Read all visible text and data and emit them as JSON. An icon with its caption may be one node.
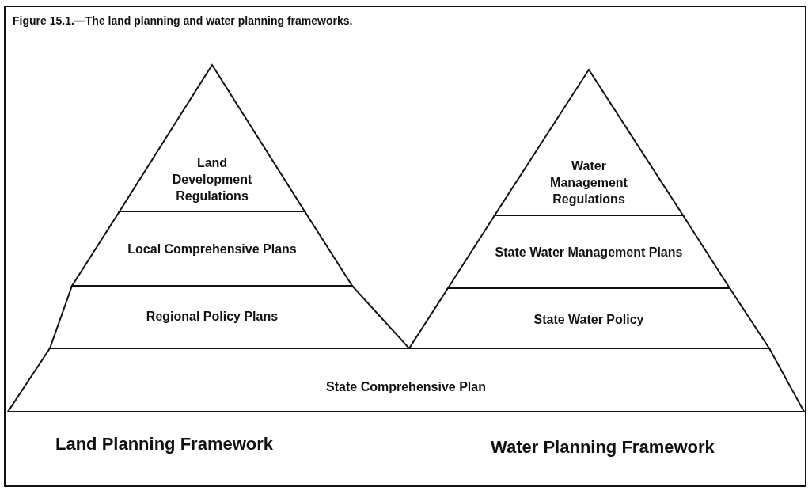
{
  "diagram": {
    "title": "Figure 15.1.—The land planning and water planning frameworks.",
    "nodes": [
      {
        "text": [
          "Land Development Regulations"
        ]
      },
      {
        "text": [
          "Local Comprehensive Plans"
        ]
      },
      {
        "text": [
          "Regional Policy Plans"
        ]
      },
      {
        "text": [
          "Water Management Regulations"
        ]
      },
      {
        "text": [
          "State Water Management Plans"
        ]
      },
      {
        "text": [
          "State Water Policy"
        ]
      },
      {
        "text": [
          "State Comprehensive Plan"
        ]
      }
    ],
    "labels": [
      "Land Planning Framework",
      "Water Planning Framework"
    ]
  }
}
